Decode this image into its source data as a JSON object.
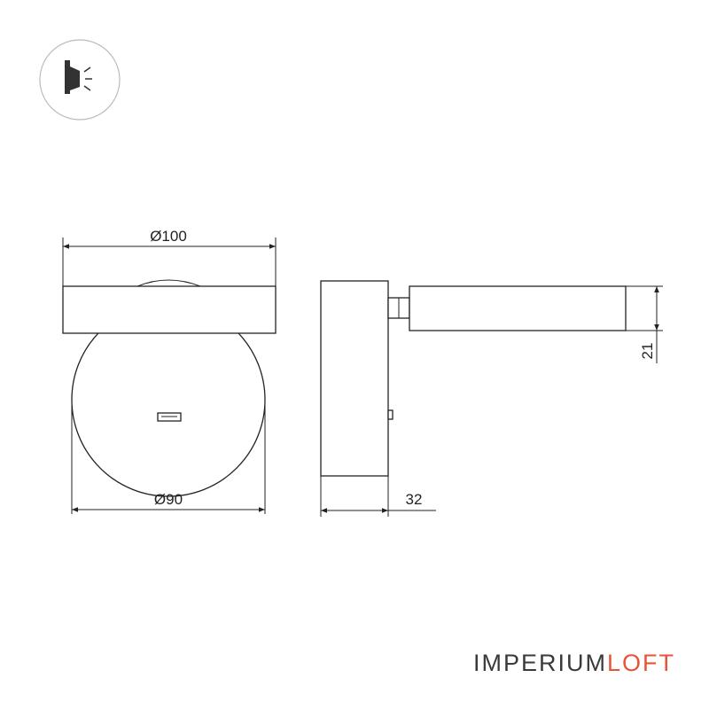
{
  "dimensions": {
    "top_diameter": "Ø100",
    "bottom_diameter": "Ø90",
    "depth": "32",
    "height": "21"
  },
  "icon": {
    "name": "wall-light-direction-icon"
  },
  "brand": {
    "part1": "IMPERIUM",
    "part2": "LOFT",
    "color1": "#3a3a3a",
    "color2": "#e8543a"
  }
}
